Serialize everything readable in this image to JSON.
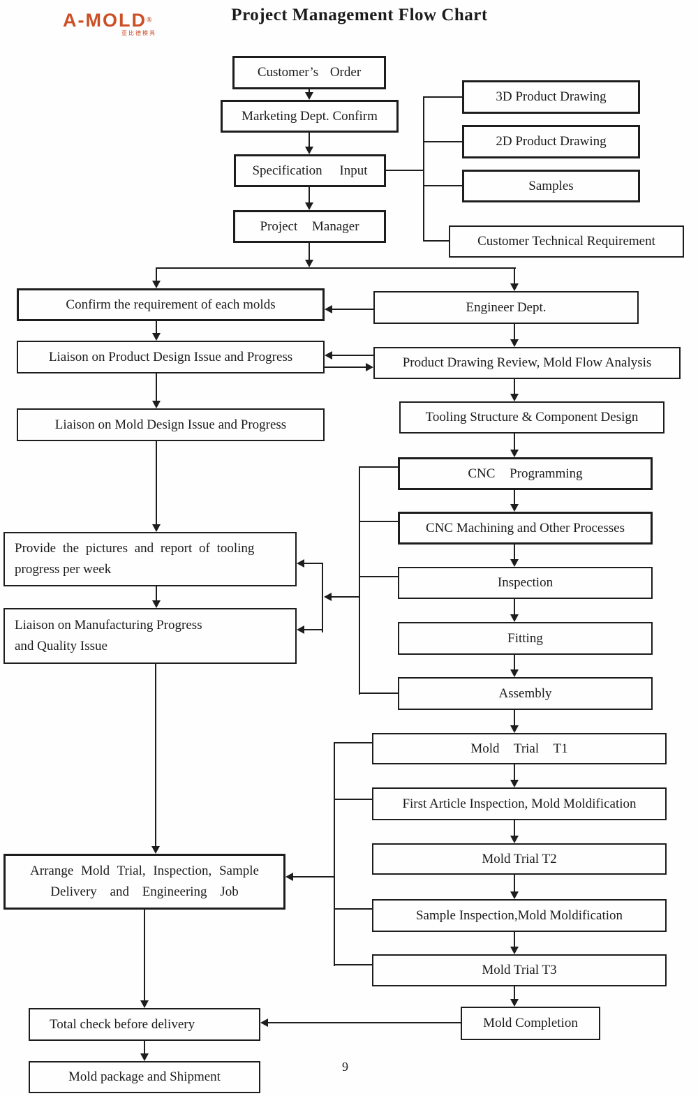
{
  "page": {
    "title": "Project Management Flow Chart",
    "page_number": "9"
  },
  "logo": {
    "brand": "A-MOLD",
    "reg": "®",
    "subtext": "亚比德模具"
  },
  "colors": {
    "brand_orange": "#cc4f26",
    "ink": "#1d1d1d"
  },
  "nodes": {
    "customer_order": {
      "label": "Customer’s Order"
    },
    "marketing_confirm": {
      "label": "Marketing Dept. Confirm"
    },
    "spec_input": {
      "label": "Specification Input"
    },
    "project_manager": {
      "label": "Project Manager"
    },
    "drawing_3d": {
      "label": "3D Product Drawing"
    },
    "drawing_2d": {
      "label": "2D Product Drawing"
    },
    "samples": {
      "label": "Samples"
    },
    "cust_tech_req": {
      "label": "Customer Technical Requirement"
    },
    "confirm_req": {
      "label": "Confirm the requirement of each molds"
    },
    "engineer_dept": {
      "label": "Engineer Dept."
    },
    "liaison_product": {
      "label": "Liaison on Product Design Issue and Progress"
    },
    "product_drawing_review": {
      "label": "Product Drawing Review, Mold Flow Analysis"
    },
    "liaison_mold": {
      "label": "Liaison on Mold Design Issue and Progress"
    },
    "tooling_structure": {
      "label": "Tooling Structure & Component Design"
    },
    "cnc_programming": {
      "label": "CNC Programming"
    },
    "cnc_machining": {
      "label": "CNC Machining and Other Processes"
    },
    "inspection": {
      "label": "Inspection"
    },
    "fitting": {
      "label": "Fitting"
    },
    "assembly": {
      "label": "Assembly"
    },
    "provide_pictures": {
      "line1": "Provide the pictures and report of tooling",
      "line2": "progress per week"
    },
    "liaison_manufacturing": {
      "line1": "Liaison on Manufacturing Progress",
      "line2": "and Quality Issue"
    },
    "mold_trial_t1": {
      "label": "Mold Trial T1"
    },
    "first_article": {
      "label": "First Article Inspection, Mold Moldification"
    },
    "mold_trial_t2": {
      "label": "Mold Trial T2"
    },
    "sample_inspection": {
      "label": "Sample Inspection,Mold Moldification"
    },
    "mold_trial_t3": {
      "label": "Mold Trial T3"
    },
    "arrange_mold_trial": {
      "line1": "Arrange Mold Trial, Inspection, Sample",
      "line2": "Delivery and Engineering Job"
    },
    "mold_completion": {
      "label": "Mold Completion"
    },
    "total_check": {
      "label": "Total check before delivery"
    },
    "mold_package": {
      "label": "Mold package and Shipment"
    }
  }
}
